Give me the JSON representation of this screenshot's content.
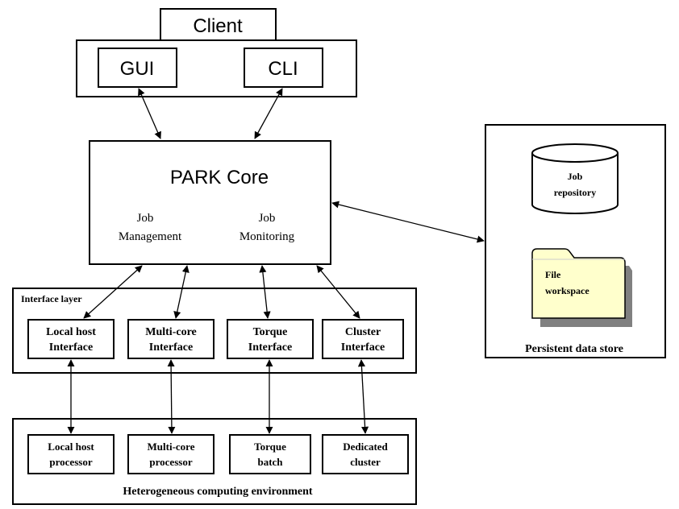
{
  "client": {
    "title": "Client",
    "gui": "GUI",
    "cli": "CLI"
  },
  "core": {
    "title": "PARK Core",
    "job_management": [
      "Job",
      "Management"
    ],
    "job_monitoring": [
      "Job",
      "Monitoring"
    ]
  },
  "interface_layer": {
    "label": "Interface layer",
    "items": [
      [
        "Local host",
        "Interface"
      ],
      [
        "Multi-core",
        "Interface"
      ],
      [
        "Torque",
        "Interface"
      ],
      [
        "Cluster",
        "Interface"
      ]
    ]
  },
  "computing": {
    "label": "Heterogeneous computing environment",
    "items": [
      [
        "Local host",
        "processor"
      ],
      [
        "Multi-core",
        "processor"
      ],
      [
        "Torque",
        "batch"
      ],
      [
        "Dedicated",
        "cluster"
      ]
    ]
  },
  "store": {
    "label": "Persistent data store",
    "repository": [
      "Job",
      "repository"
    ],
    "workspace": [
      "File",
      "workspace"
    ],
    "folder_color": "#ffffcc"
  }
}
